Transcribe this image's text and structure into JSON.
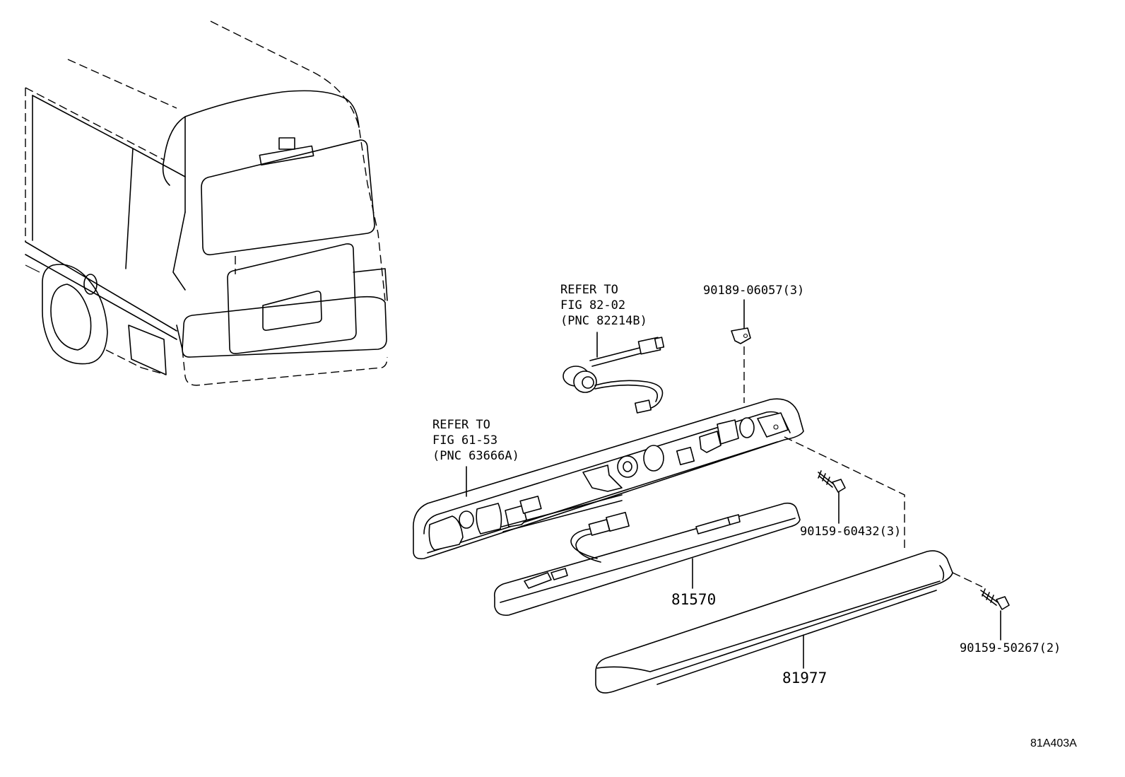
{
  "diagram": {
    "callouts": {
      "bulb_ref": {
        "lines": [
          "REFER TO",
          "FIG 82-02",
          "(PNC 82214B)"
        ]
      },
      "housing_ref": {
        "lines": [
          "REFER TO",
          "FIG 61-53",
          "(PNC 63666A)"
        ]
      }
    },
    "parts": {
      "clip": "90189-06057(3)",
      "screw_upper": "90159-60432(3)",
      "screw_lower": "90159-50267(2)",
      "lamp_assy": "81570",
      "cover": "81977"
    },
    "illustration_id": "81A403A"
  }
}
